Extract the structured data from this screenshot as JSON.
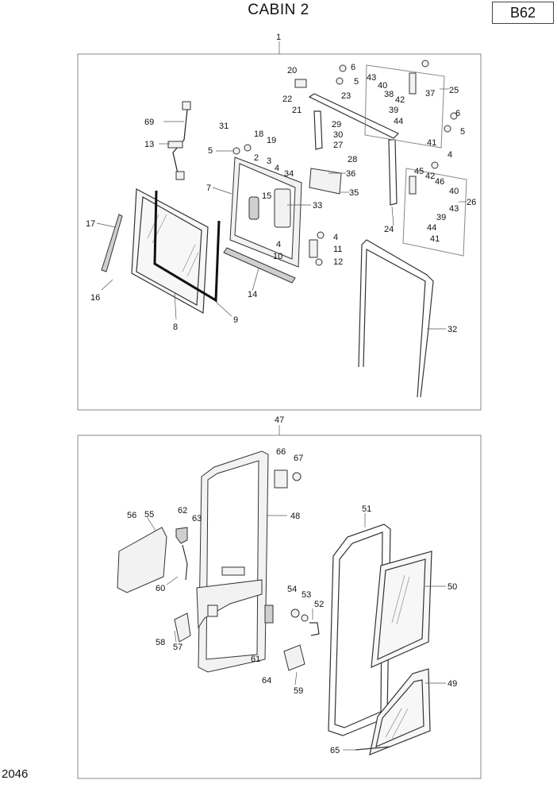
{
  "page": {
    "title": "CABIN 2",
    "code": "B62",
    "number": "2046"
  },
  "upper_assembly": {
    "ref": "1",
    "labels": [
      "69",
      "13",
      "31",
      "18",
      "19",
      "5",
      "2",
      "3",
      "34",
      "4",
      "7",
      "15",
      "33",
      "17",
      "16",
      "8",
      "9",
      "14",
      "10",
      "4",
      "11",
      "12",
      "4",
      "20",
      "6",
      "5",
      "22",
      "23",
      "21",
      "29",
      "30",
      "27",
      "28",
      "36",
      "35",
      "24",
      "43",
      "40",
      "38",
      "42",
      "37",
      "25",
      "39",
      "44",
      "41",
      "6",
      "5",
      "4",
      "45",
      "42",
      "46",
      "40",
      "43",
      "39",
      "44",
      "41",
      "26",
      "32"
    ]
  },
  "lower_assembly": {
    "ref": "47",
    "labels": [
      "66",
      "67",
      "48",
      "56",
      "55",
      "62",
      "63",
      "60",
      "54",
      "53",
      "52",
      "58",
      "57",
      "61",
      "64",
      "59",
      "51",
      "50",
      "49",
      "65"
    ]
  }
}
